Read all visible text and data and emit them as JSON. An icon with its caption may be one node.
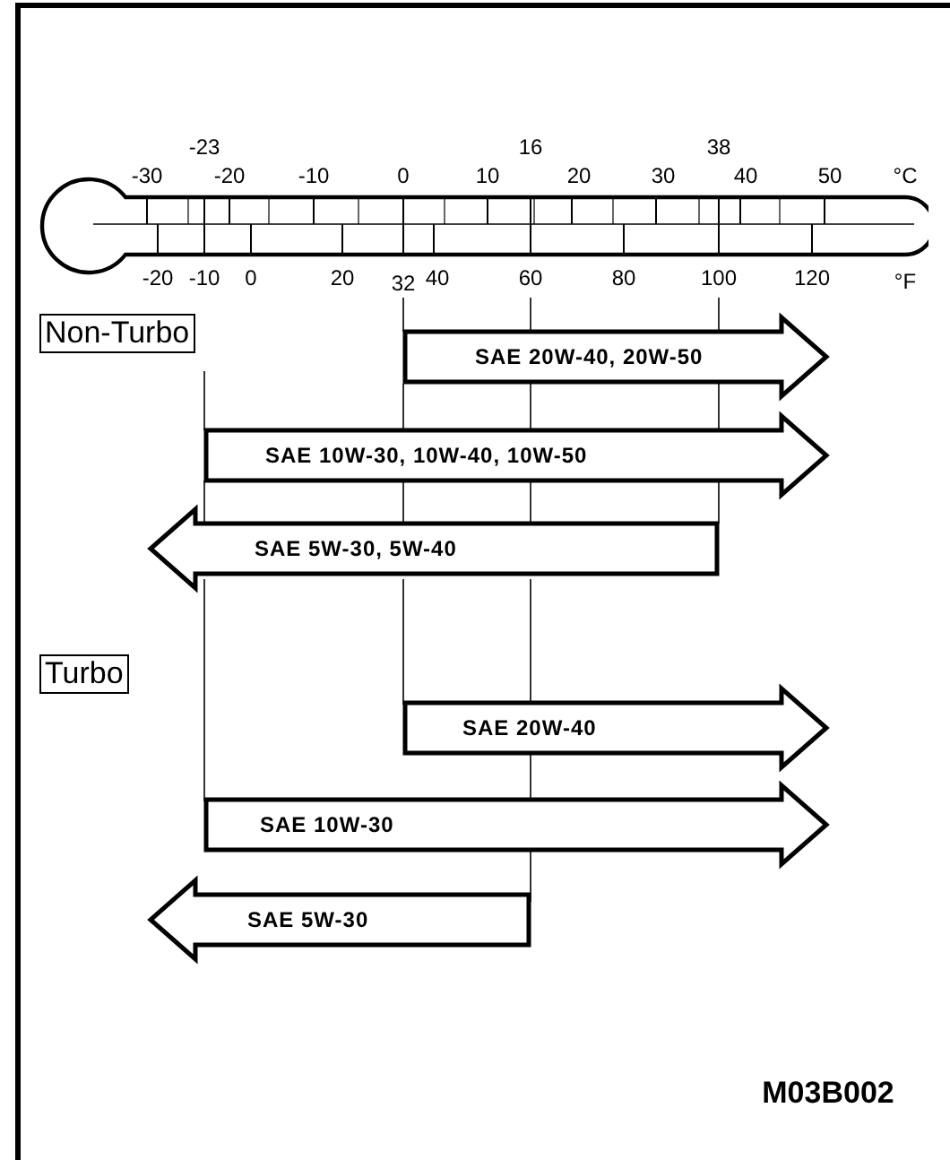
{
  "diagram": {
    "nodes": [
      {
        "text": [
          "Non-Turbo"
        ]
      },
      {
        "text": [
          "SAE 20W-40, 20W-50"
        ]
      },
      {
        "text": [
          "SAE 10W-30, 10W-40, 10W-50"
        ]
      },
      {
        "text": [
          "SAE 5W-30, 5W-40"
        ]
      },
      {
        "text": [
          "Turbo"
        ]
      },
      {
        "text": [
          "SAE 20W-40"
        ]
      },
      {
        "text": [
          "SAE 10W-30"
        ]
      },
      {
        "text": [
          "SAE 5W-30"
        ]
      }
    ],
    "labels": [
      "-23",
      "16",
      "38",
      "-30",
      "-20",
      "-10",
      "0",
      "10",
      "20",
      "30",
      "40",
      "50",
      "°C",
      "-20",
      "-10",
      "0",
      "20",
      "32",
      "40",
      "60",
      "80",
      "100",
      "120",
      "°F",
      "M03B002"
    ]
  }
}
